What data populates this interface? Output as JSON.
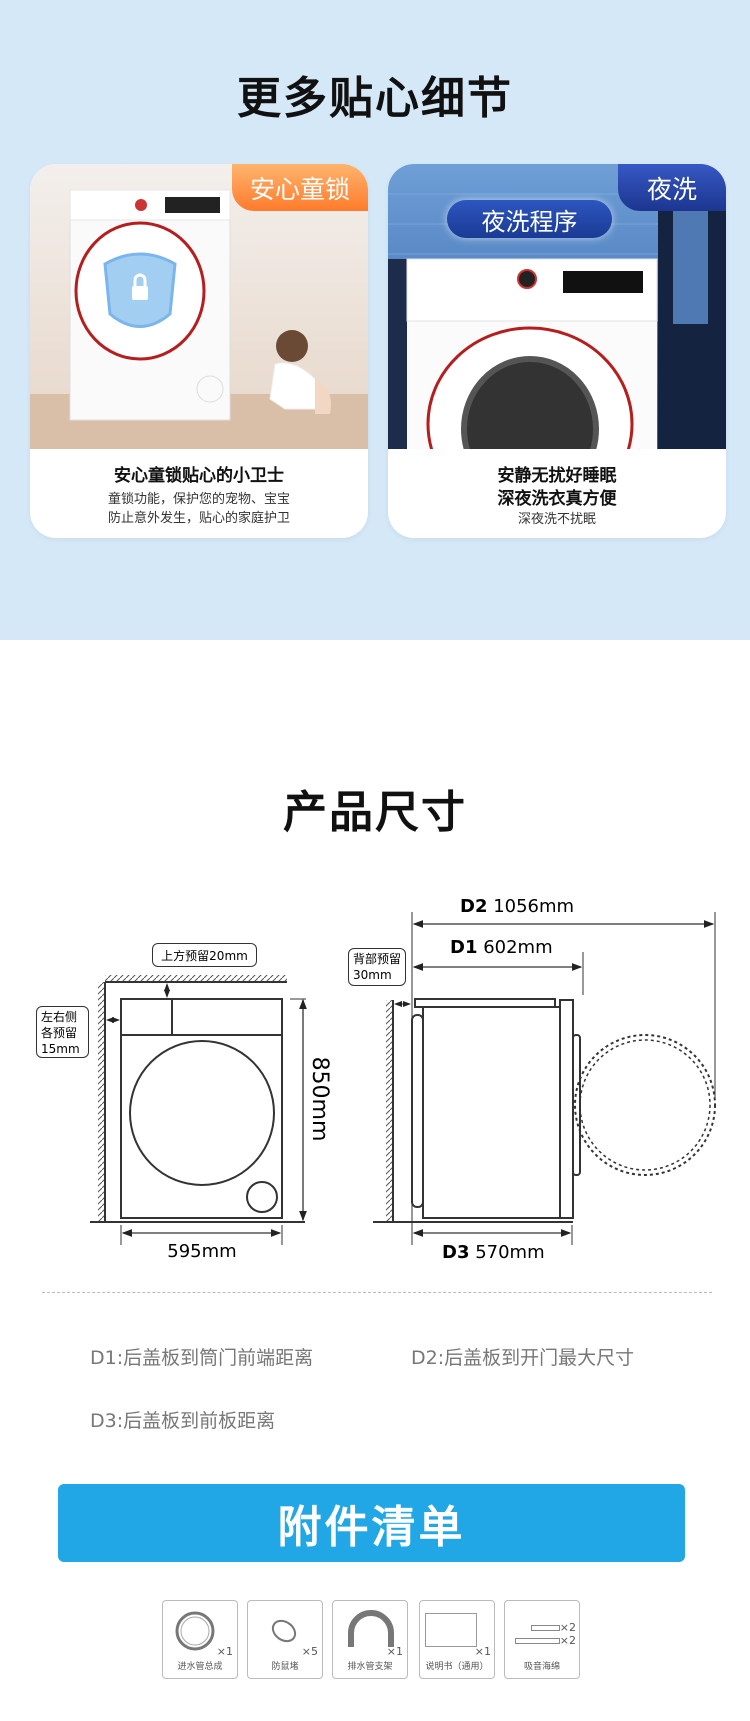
{
  "section1": {
    "title": "更多贴心细节",
    "cards": [
      {
        "tag": "安心童锁",
        "caption": "安心童锁贴心的小卫士",
        "lines": [
          "童锁功能，保护您的宠物、宝宝",
          "防止意外发生，贴心的家庭护卫"
        ]
      },
      {
        "tag": "夜洗",
        "pill": "夜洗程序",
        "caption_lines": [
          "安静无扰好睡眠",
          "深夜洗衣真方便"
        ],
        "note": "深夜洗不扰眠"
      }
    ]
  },
  "section2": {
    "title": "产品尺寸",
    "front": {
      "top_gap": "上方预留20mm",
      "side_gap": [
        "左右侧",
        "各预留",
        "15mm"
      ],
      "height": "850mm",
      "width": "595mm"
    },
    "side": {
      "back_gap": [
        "背部预留",
        "30mm"
      ],
      "d2": {
        "k": "D2",
        "v": "1056mm"
      },
      "d1": {
        "k": "D1",
        "v": "602mm"
      },
      "d3": {
        "k": "D3",
        "v": "570mm"
      }
    },
    "legend": [
      "D1:后盖板到筒门前端距离",
      "D2:后盖板到开门最大尺寸",
      "D3:后盖板到前板距离"
    ]
  },
  "section3": {
    "title": "附件清单",
    "items": [
      {
        "label": "进水管总成",
        "qty": "×1"
      },
      {
        "label": "防鼠堵",
        "qty": "×5"
      },
      {
        "label": "排水管支架",
        "qty": "×1"
      },
      {
        "label": "说明书（通用）",
        "qty": "×1"
      },
      {
        "label": "吸音海绵",
        "qty": [
          "×2",
          "×2"
        ]
      }
    ]
  },
  "colors": {
    "bg_top": "#d5e8f7",
    "orange": "#ff8a3a",
    "navy": "#2544a6",
    "banner": "#22a7e6"
  }
}
